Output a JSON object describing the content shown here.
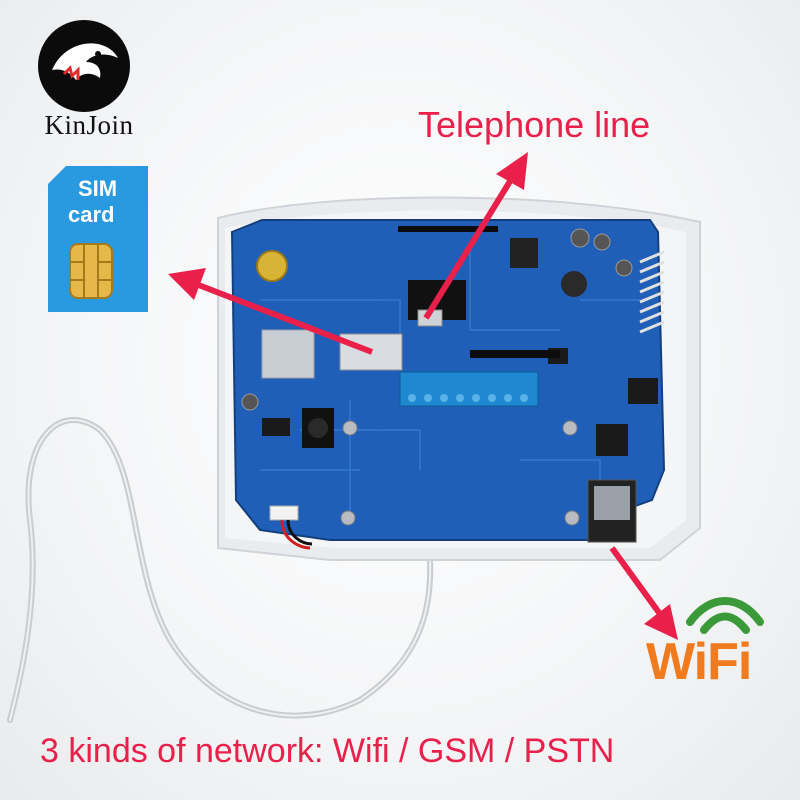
{
  "brand": {
    "name": "KinJoin",
    "logo_icon": "eagle-head-logo"
  },
  "sim_card": {
    "line1": "SIM",
    "line2": "card",
    "color": "#2a9ae0"
  },
  "callouts": {
    "telephone_line": "Telephone line",
    "wifi_logo": "WiFi",
    "caption": "3 kinds of network:  Wifi / GSM / PSTN"
  },
  "colors": {
    "accent_red": "#e8204a",
    "board_blue": "#1f5fb8",
    "wifi_orange": "#f07a1e",
    "wifi_green": "#3a9a3a"
  }
}
